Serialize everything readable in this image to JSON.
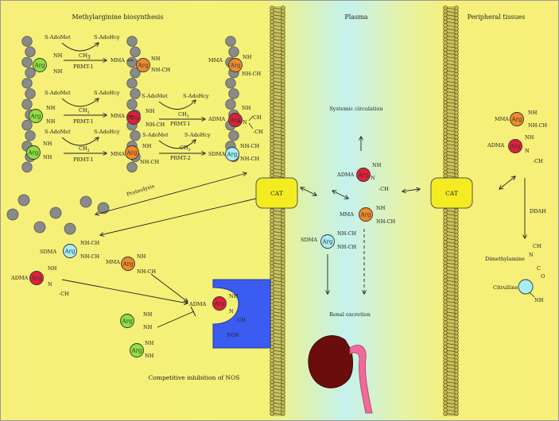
{
  "headers": {
    "left": "Methylarginine biosynthesis",
    "middle": "Plasma",
    "right": "Peripheral tissues"
  },
  "labels": {
    "s_adomet": "S-AdoMet",
    "s_adohcy": "S-AdoHcy",
    "ch3": "CH",
    "sub3": "3",
    "prmt1": "PRMT-1",
    "prmt2": "PRMT-2",
    "mma": "MMA",
    "adma": "ADMA",
    "sdma": "SDMA",
    "arg": "Arg",
    "nh2": "NH",
    "sub2": "2",
    "nhch3": "NH-CH",
    "n": "N",
    "ch3_dash": "-CH",
    "proteolysis": "Proteolysis",
    "cat": "CAT",
    "nos": "NOS",
    "competitive": "Competitive inhibition of NOS",
    "systemic": "Systemic circulation",
    "renal": "Renal excretion",
    "ddah": "DDAH",
    "dimethylamine": "Dimethylamine",
    "citrulline": "Citrulline",
    "c": "C",
    "o": "O"
  },
  "colors": {
    "bg_yellow": "#f6f07a",
    "plasma_cyan": "#bff2f5",
    "arg_green": "#8fe040",
    "arg_orange": "#f08a2c",
    "arg_red": "#e0203a",
    "arg_cyan": "#a8eef8",
    "protein_gray": "#8a8a8a",
    "cat_yellow": "#f4ec20",
    "nos_blue": "#3a5cf0",
    "kidney": "#6b0d0d",
    "ureter": "#f06a9a",
    "membrane": "#4a4018"
  }
}
